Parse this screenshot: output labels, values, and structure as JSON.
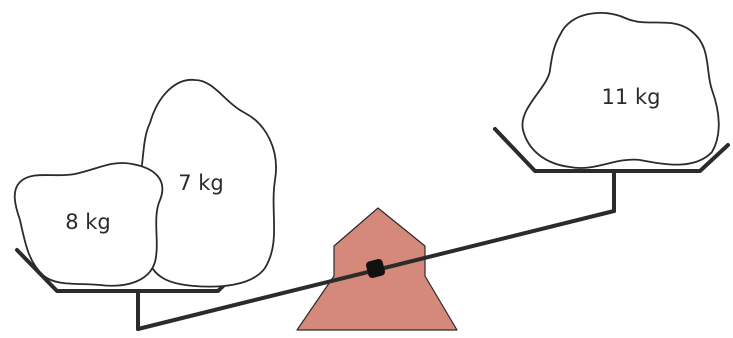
{
  "left_pan": {
    "weights": [
      {
        "label": "8 kg"
      },
      {
        "label": "7 kg"
      }
    ]
  },
  "right_pan": {
    "weights": [
      {
        "label": "11 kg"
      }
    ]
  },
  "colors": {
    "fulcrum_fill": "#d4897a",
    "stroke": "#2b2b2b",
    "background": "#ffffff"
  }
}
